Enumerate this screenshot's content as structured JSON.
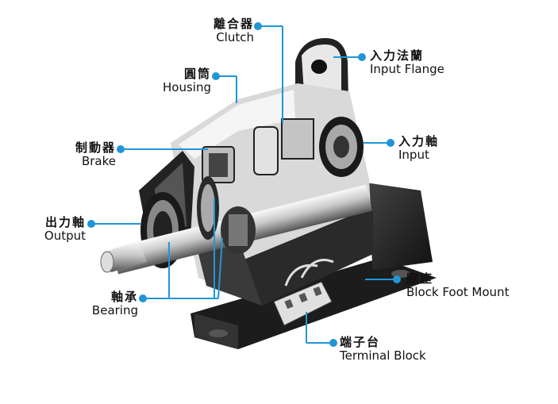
{
  "accent_color": "#2196d6",
  "labels": {
    "clutch": {
      "zh": "離合器",
      "en": "Clutch"
    },
    "input_flange": {
      "zh": "入力法蘭",
      "en": "Input Flange"
    },
    "housing": {
      "zh": "圓筒",
      "en": "Housing"
    },
    "input": {
      "zh": "入力軸",
      "en": "Input"
    },
    "brake": {
      "zh": "制動器",
      "en": "Brake"
    },
    "output": {
      "zh": "出力軸",
      "en": "Output"
    },
    "block_foot_mount": {
      "zh": "腳座",
      "en": "Block Foot Mount"
    },
    "bearing": {
      "zh": "軸承",
      "en": "Bearing"
    },
    "terminal_block": {
      "zh": "端子台",
      "en": "Terminal Block"
    }
  },
  "illustration": {
    "subject": "cutaway-clutch-brake-unit",
    "icon": "motor-cutaway-icon"
  }
}
